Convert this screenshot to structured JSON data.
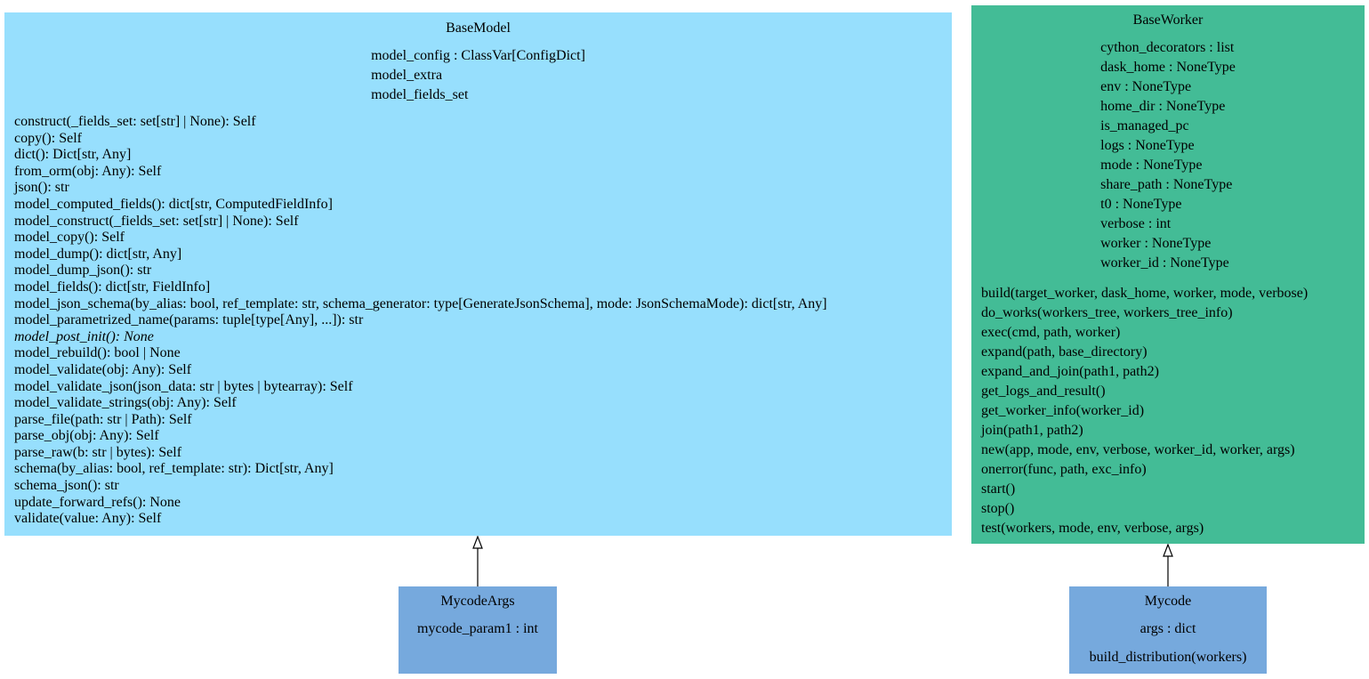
{
  "colors": {
    "basemodel_fill": "#97dffd",
    "baseworker_fill": "#43bc96",
    "subclass_fill": "#76a9dd",
    "edge": "#000000"
  },
  "classes": {
    "basemodel": {
      "name": "BaseModel",
      "attributes": [
        "model_config : ClassVar[ConfigDict]",
        "model_extra",
        "model_fields_set"
      ],
      "methods": [
        "construct(_fields_set: set[str] | None): Self",
        "copy(): Self",
        "dict(): Dict[str, Any]",
        "from_orm(obj: Any): Self",
        "json(): str",
        "model_computed_fields(): dict[str, ComputedFieldInfo]",
        "model_construct(_fields_set: set[str] | None): Self",
        "model_copy(): Self",
        "model_dump(): dict[str, Any]",
        "model_dump_json(): str",
        "model_fields(): dict[str, FieldInfo]",
        "model_json_schema(by_alias: bool, ref_template: str, schema_generator: type[GenerateJsonSchema], mode: JsonSchemaMode): dict[str, Any]",
        "model_parametrized_name(params: tuple[type[Any], ...]): str",
        "model_post_init(): None",
        "model_rebuild(): bool | None",
        "model_validate(obj: Any): Self",
        "model_validate_json(json_data: str | bytes | bytearray): Self",
        "model_validate_strings(obj: Any): Self",
        "parse_file(path: str | Path): Self",
        "parse_obj(obj: Any): Self",
        "parse_raw(b: str | bytes): Self",
        "schema(by_alias: bool, ref_template: str): Dict[str, Any]",
        "schema_json(): str",
        "update_forward_refs(): None",
        "validate(value: Any): Self"
      ]
    },
    "baseworker": {
      "name": "BaseWorker",
      "attributes": [
        "cython_decorators : list",
        "dask_home : NoneType",
        "env : NoneType",
        "home_dir : NoneType",
        "is_managed_pc",
        "logs : NoneType",
        "mode : NoneType",
        "share_path : NoneType",
        "t0 : NoneType",
        "verbose : int",
        "worker : NoneType",
        "worker_id : NoneType"
      ],
      "methods": [
        "build(target_worker, dask_home, worker, mode, verbose)",
        "do_works(workers_tree, workers_tree_info)",
        "exec(cmd, path, worker)",
        "expand(path, base_directory)",
        "expand_and_join(path1, path2)",
        "get_logs_and_result()",
        "get_worker_info(worker_id)",
        "join(path1, path2)",
        "new(app, mode, env, verbose, worker_id, worker, args)",
        "onerror(func, path, exc_info)",
        "start()",
        "stop()",
        "test(workers, mode, env, verbose, args)"
      ]
    },
    "mycodeargs": {
      "name": "MycodeArgs",
      "attributes": [
        "mycode_param1 : int"
      ]
    },
    "mycode": {
      "name": "Mycode",
      "attributes": [
        "args : dict"
      ],
      "methods": [
        "build_distribution(workers)"
      ]
    }
  },
  "edges": [
    {
      "from": "MycodeArgs",
      "to": "BaseModel",
      "type": "inheritance"
    },
    {
      "from": "Mycode",
      "to": "BaseWorker",
      "type": "inheritance"
    }
  ]
}
